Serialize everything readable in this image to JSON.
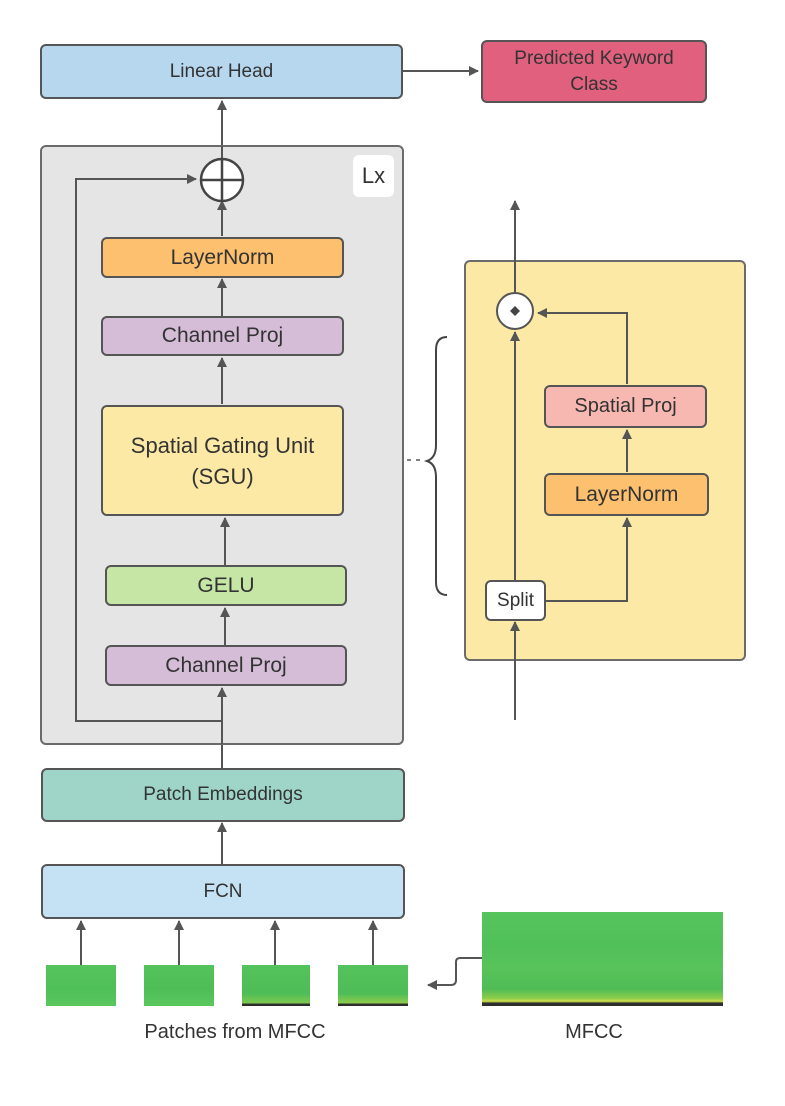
{
  "diagram": {
    "linear_head": "Linear Head",
    "predicted_class": "Predicted Keyword\nClass",
    "repeat_label": "Lx",
    "layernorm_top": "LayerNorm",
    "channel_proj_top": "Channel Proj",
    "sgu": "Spatial Gating Unit\n(SGU)",
    "gelu": "GELU",
    "channel_proj_bottom": "Channel Proj",
    "patch_embeddings": "Patch Embeddings",
    "fcn": "FCN",
    "patches_caption": "Patches from MFCC",
    "mfcc_caption": "MFCC",
    "sgu_detail": {
      "spatial_proj": "Spatial Proj",
      "layernorm": "LayerNorm",
      "split": "Split"
    }
  },
  "colors": {
    "light_blue": "#b7d7ef",
    "pink": "#e0607e",
    "gray_panel": "#e5e5e5",
    "orange": "#fcc06f",
    "lavender": "#d5bdd8",
    "yellow": "#fde9a6",
    "green": "#c6e6a6",
    "teal": "#9ed5c8",
    "fcn_blue": "#c5e2f5",
    "salmon": "#f8b8b2",
    "mfcc_green": "#53c25a"
  }
}
